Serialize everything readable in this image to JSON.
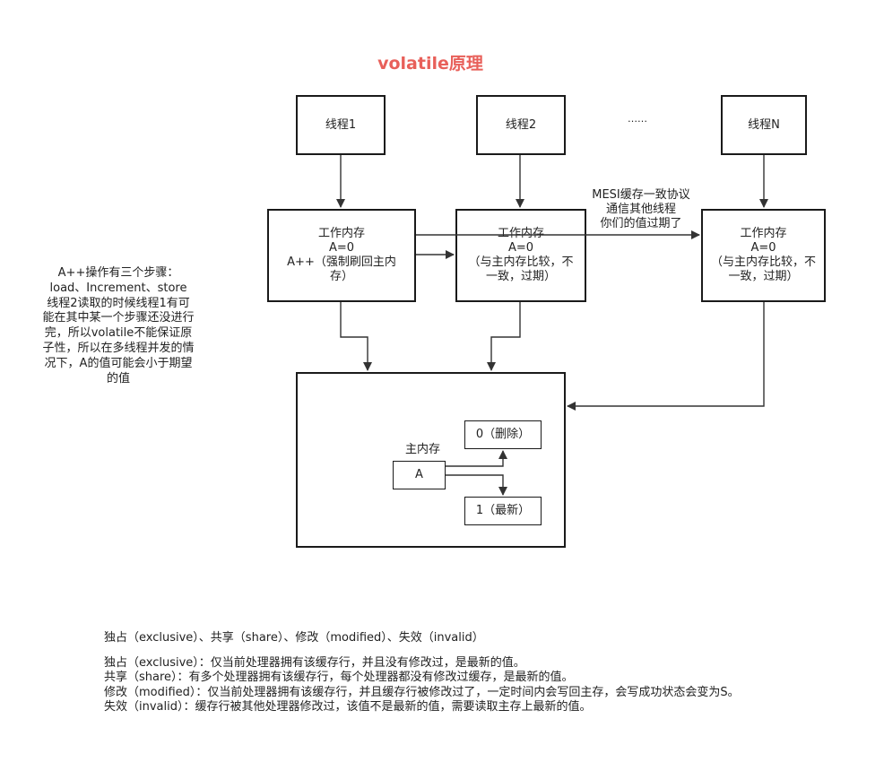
{
  "title": "volatile原理",
  "threads": [
    {
      "label": "线程1"
    },
    {
      "label": "线程2"
    },
    {
      "label": "线程N"
    }
  ],
  "ellipsis": "……",
  "mesi_note": [
    "MESI缓存一致协议",
    "通信其他线程",
    "你们的值过期了"
  ],
  "work_memory": [
    {
      "lines": [
        "工作内存",
        "A=0",
        "A++（强制刷回主内",
        "存）"
      ]
    },
    {
      "lines": [
        "工作内存",
        "A=0",
        "（与主内存比较，不",
        "一致，过期）"
      ]
    },
    {
      "lines": [
        "工作内存",
        "A=0",
        "（与主内存比较，不",
        "一致，过期）"
      ]
    }
  ],
  "main_memory": {
    "label": "主内存",
    "var": "A",
    "old_value": "0（删除）",
    "new_value": "1（最新）"
  },
  "side_note": "A++操作有三个步骤：\nload、Increment、store\n线程2读取的时候线程1有可能在其中某一个步骤还没进行完，所以volatile不能保证原子性，所以在多线程并发的情况下，A的值可能会小于期望的值",
  "legend": {
    "heading": "独占（exclusive）、共享（share）、修改（modified）、失效（invalid）",
    "lines": [
      "独占（exclusive）：仅当前处理器拥有该缓存行，并且没有修改过，是最新的值。",
      "共享（share）：有多个处理器拥有该缓存行，每个处理器都没有修改过缓存，是最新的值。",
      "修改（modified）：仅当前处理器拥有该缓存行，并且缓存行被修改过了，一定时间内会写回主存，会写成功状态会变为S。",
      "失效（invalid）：缓存行被其他处理器修改过，该值不是最新的值，需要读取主存上最新的值。"
    ]
  },
  "colors": {
    "title": "#e8605a",
    "line": "#333333"
  }
}
